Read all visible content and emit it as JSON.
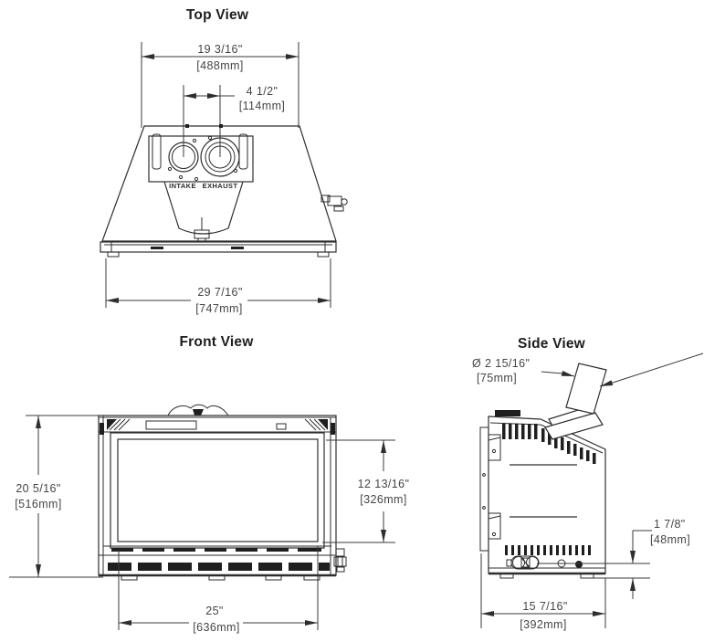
{
  "top": {
    "title": "Top View",
    "intake": "INTAKE",
    "exhaust": "EXHAUST",
    "top_width_in": "19 3/16\"",
    "top_width_mm": "[488mm]",
    "vent_spacing_in": "4 1/2\"",
    "vent_spacing_mm": "[114mm]",
    "overall_width_in": "29 7/16\"",
    "overall_width_mm": "[747mm]"
  },
  "front": {
    "title": "Front View",
    "height_in": "20 5/16\"",
    "height_mm": "[516mm]",
    "glass_height_in": "12 13/16\"",
    "glass_height_mm": "[326mm]",
    "glass_width_in": "25\"",
    "glass_width_mm": "[636mm]"
  },
  "side": {
    "title": "Side View",
    "flue_diameter_in": "Ø 2 15/16\"",
    "flue_diameter_mm": "[75mm]",
    "gas_inlet_height_in": "1 7/8\"",
    "gas_inlet_height_mm": "[48mm]",
    "depth_in": "15 7/16\"",
    "depth_mm": "[392mm]"
  },
  "colors": {
    "line": "#2e2e2e",
    "text": "#454545",
    "background": "#ffffff"
  }
}
